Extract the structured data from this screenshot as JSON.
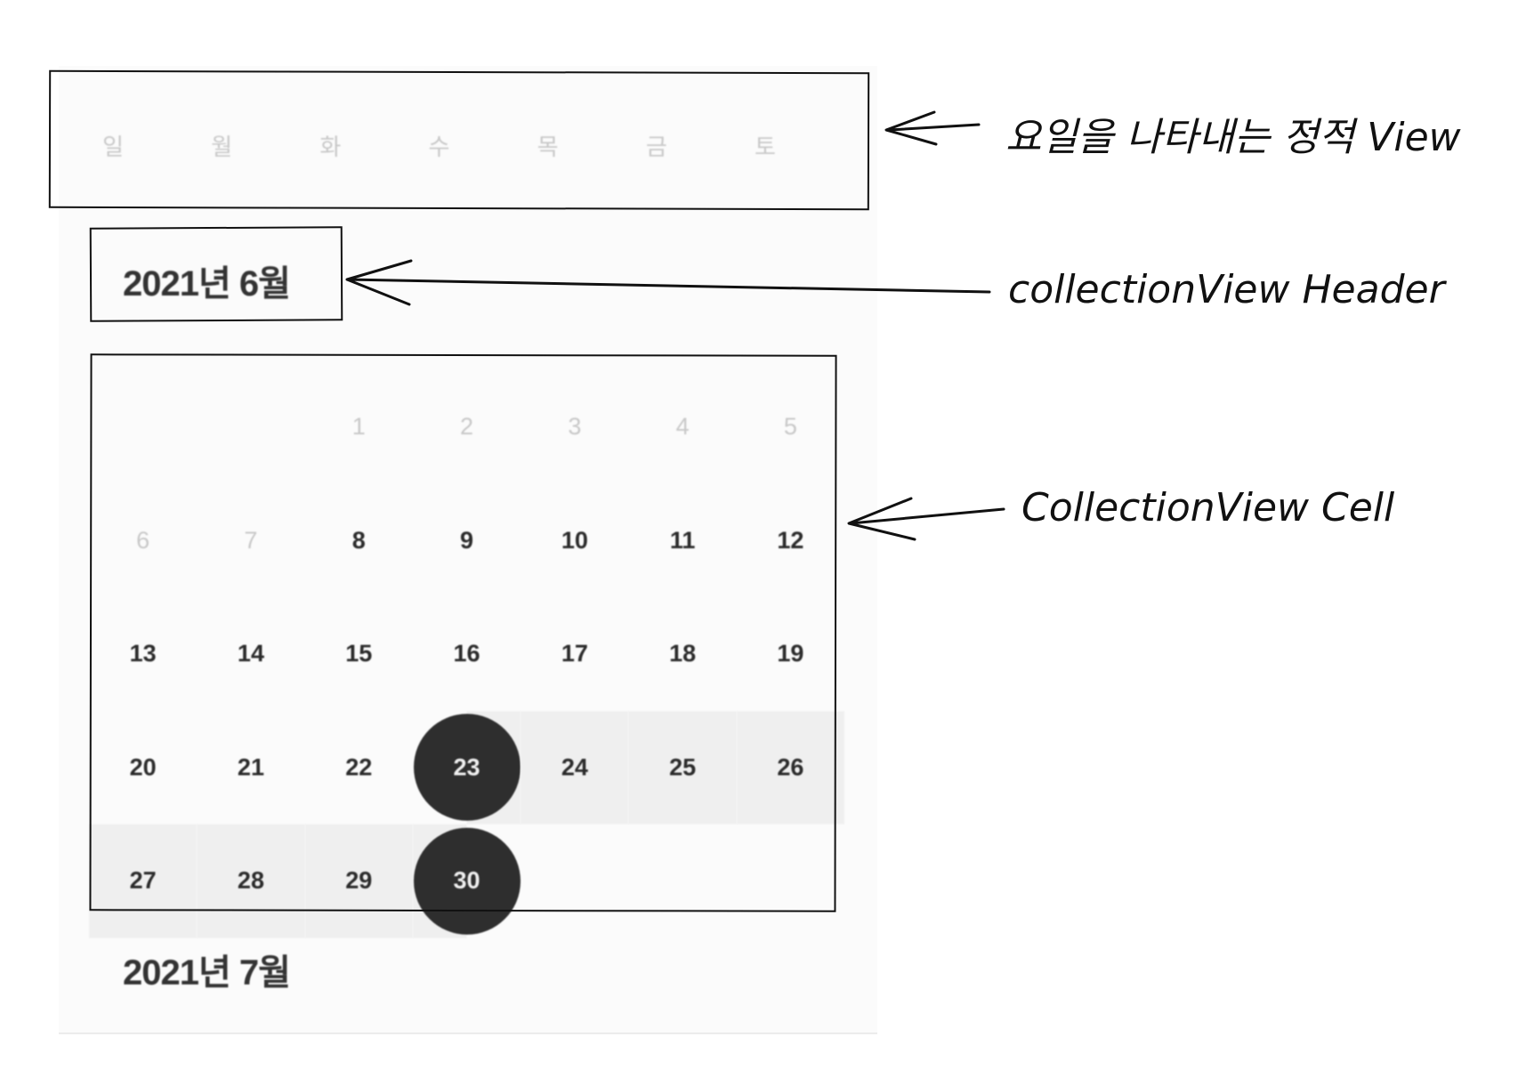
{
  "weekdays": [
    "일",
    "월",
    "화",
    "수",
    "목",
    "금",
    "토"
  ],
  "months": [
    {
      "title": "2021년 6월",
      "days": [
        {
          "label": "",
          "state": "empty"
        },
        {
          "label": "",
          "state": "empty"
        },
        {
          "label": "1",
          "state": "muted"
        },
        {
          "label": "2",
          "state": "muted"
        },
        {
          "label": "3",
          "state": "muted"
        },
        {
          "label": "4",
          "state": "muted"
        },
        {
          "label": "5",
          "state": "muted"
        },
        {
          "label": "6",
          "state": "muted"
        },
        {
          "label": "7",
          "state": "muted"
        },
        {
          "label": "8",
          "state": "normal"
        },
        {
          "label": "9",
          "state": "normal"
        },
        {
          "label": "10",
          "state": "normal"
        },
        {
          "label": "11",
          "state": "normal"
        },
        {
          "label": "12",
          "state": "normal"
        },
        {
          "label": "13",
          "state": "normal"
        },
        {
          "label": "14",
          "state": "normal"
        },
        {
          "label": "15",
          "state": "normal"
        },
        {
          "label": "16",
          "state": "normal"
        },
        {
          "label": "17",
          "state": "normal"
        },
        {
          "label": "18",
          "state": "normal"
        },
        {
          "label": "19",
          "state": "normal"
        },
        {
          "label": "20",
          "state": "normal"
        },
        {
          "label": "21",
          "state": "normal"
        },
        {
          "label": "22",
          "state": "normal"
        },
        {
          "label": "23",
          "state": "selected-start"
        },
        {
          "label": "24",
          "state": "inrange"
        },
        {
          "label": "25",
          "state": "inrange"
        },
        {
          "label": "26",
          "state": "inrange"
        },
        {
          "label": "27",
          "state": "inrange"
        },
        {
          "label": "28",
          "state": "inrange"
        },
        {
          "label": "29",
          "state": "inrange"
        },
        {
          "label": "30",
          "state": "selected-end"
        }
      ]
    },
    {
      "title": "2021년 7월"
    }
  ],
  "annotations": {
    "weekday_view": "요일을 나타내는 정적 View",
    "collection_header": "collectionView Header",
    "collection_cell": "CollectionView Cell"
  },
  "colors": {
    "selected": "#2e2e2e",
    "range": "#efefef",
    "muted": "#c8c8c8",
    "sketch": "#111111"
  }
}
